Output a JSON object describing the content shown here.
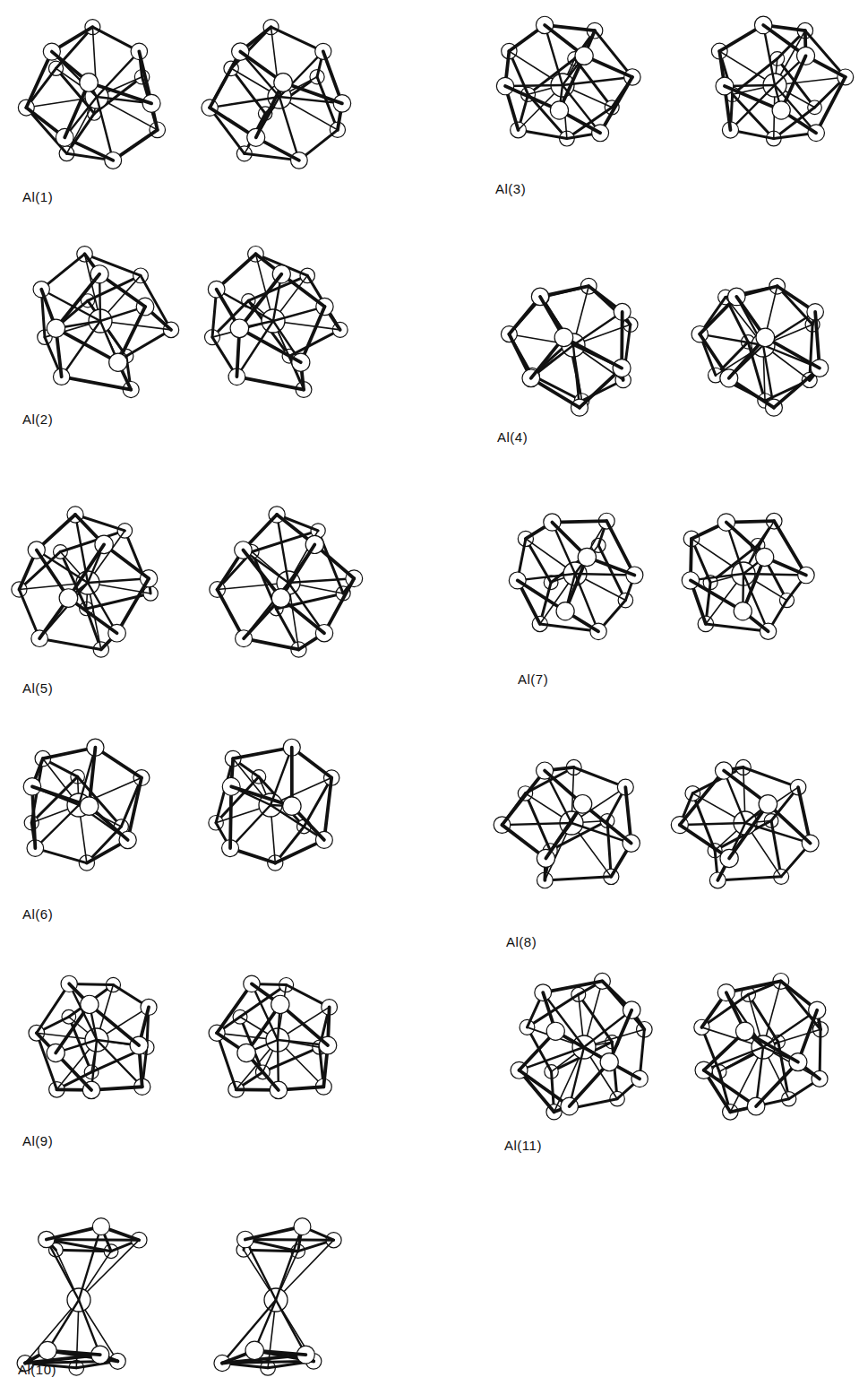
{
  "diagram": {
    "labels": [
      "Al(1)",
      "Al(3)",
      "Al(2)",
      "Al(4)",
      "Al(5)",
      "Al(7)",
      "Al(6)",
      "Al(8)",
      "Al(9)",
      "Al(11)",
      "Al(10)"
    ]
  }
}
